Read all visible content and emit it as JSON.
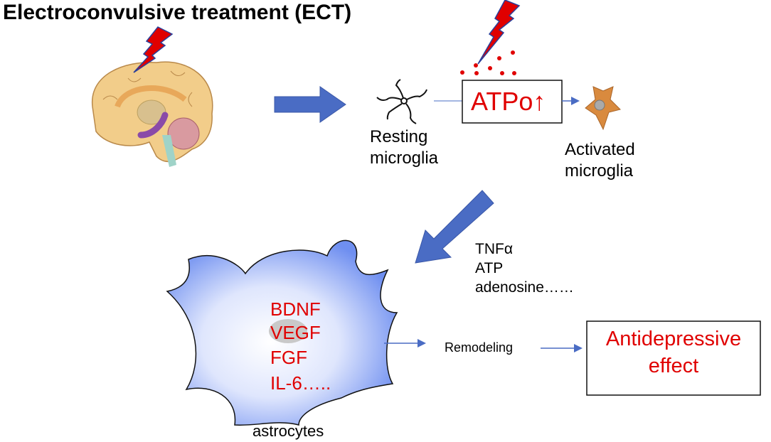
{
  "title": "Electroconvulsive treatment (ECT)",
  "resting_microglia": [
    "Resting",
    "microglia"
  ],
  "atp_box": "ATPo↑",
  "activated_microglia": [
    "Activated",
    "microglia"
  ],
  "mediators": [
    "TNFα",
    "ATP",
    "adenosine……"
  ],
  "astrocyte_factors": [
    "BDNF",
    "VEGF",
    "FGF",
    "IL-6….."
  ],
  "astrocytes_label": "astrocytes",
  "remodeling": "Remodeling",
  "effect": [
    "Antidepressive",
    "effect"
  ],
  "colors": {
    "red": "#e00000",
    "arrow": "#4a6cc4",
    "astro": "#8fa6ef",
    "microglia": "#d98a3e"
  }
}
